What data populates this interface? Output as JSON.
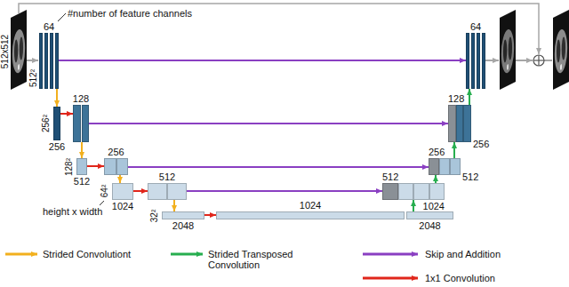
{
  "diagram": {
    "nodes": [
      {
        "text": [
          "64"
        ]
      },
      {
        "text": [
          "256"
        ]
      },
      {
        "text": [
          "128"
        ]
      },
      {
        "text": [
          "512"
        ]
      },
      {
        "text": [
          "256"
        ]
      },
      {
        "text": [
          "1024"
        ]
      },
      {
        "text": [
          "512"
        ]
      },
      {
        "text": [
          "2048"
        ]
      },
      {
        "text": [
          "1024"
        ]
      },
      {
        "text": [
          "2048"
        ]
      },
      {
        "text": [
          "512",
          "1024"
        ]
      },
      {
        "text": [
          "256",
          "512"
        ]
      },
      {
        "text": [
          "128",
          "256"
        ]
      },
      {
        "text": [
          "64"
        ]
      }
    ],
    "edges": [
      {
        "from": 0,
        "to": 1,
        "arrow": "to"
      },
      {
        "from": 1,
        "to": 2,
        "arrow": "to"
      },
      {
        "from": 2,
        "to": 3,
        "arrow": "to"
      },
      {
        "from": 3,
        "to": 4,
        "arrow": "to"
      },
      {
        "from": 4,
        "to": 5,
        "arrow": "to"
      },
      {
        "from": 5,
        "to": 6,
        "arrow": "to"
      },
      {
        "from": 6,
        "to": 7,
        "arrow": "to"
      },
      {
        "from": 7,
        "to": 8,
        "arrow": "to"
      },
      {
        "from": 9,
        "to": 10,
        "arrow": "to"
      },
      {
        "from": 10,
        "to": 11,
        "arrow": "to"
      },
      {
        "from": 11,
        "to": 12,
        "arrow": "to"
      },
      {
        "from": 12,
        "to": 13,
        "arrow": "to"
      },
      {
        "from": 0,
        "to": 13,
        "arrow": "to"
      },
      {
        "from": 2,
        "to": 12,
        "arrow": "to"
      },
      {
        "from": 4,
        "to": 11,
        "arrow": "to"
      },
      {
        "from": 6,
        "to": 10,
        "arrow": "to"
      }
    ],
    "labels": [
      "512x512",
      "#number of feature channels",
      "512²",
      "256²",
      "128²",
      "64²",
      "height x width",
      "32²"
    ],
    "legend": [
      {
        "text": "Strided Convolutiont"
      },
      {
        "text": "Strided Transposed Convolution"
      },
      {
        "text": "Skip and Addition"
      },
      {
        "text": "1x1 Convolution"
      }
    ]
  }
}
